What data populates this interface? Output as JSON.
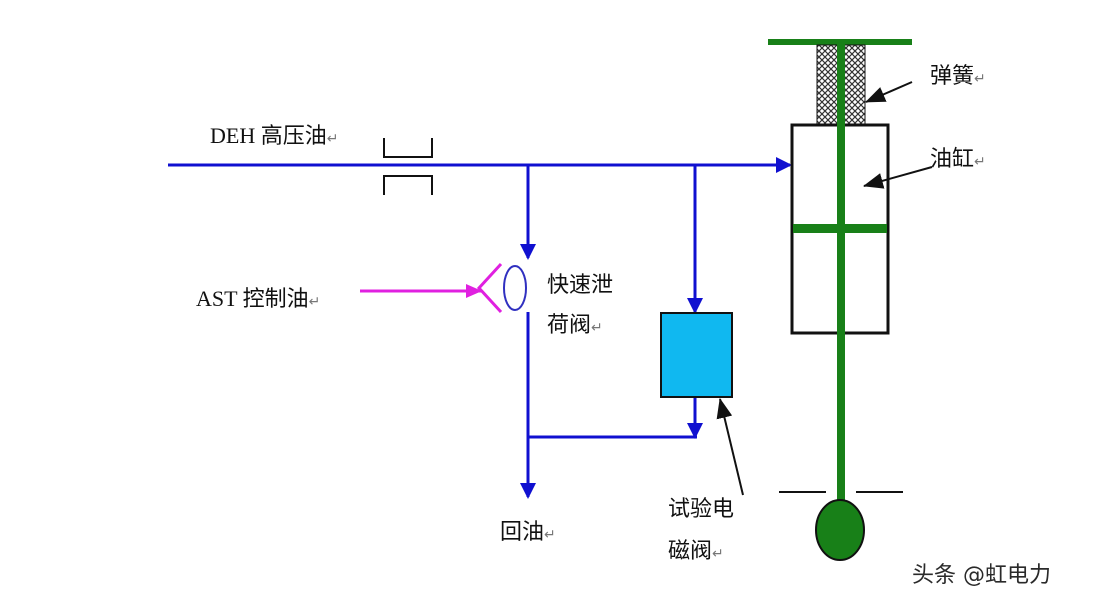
{
  "diagram": {
    "title": "DEH / AST hydraulic actuator schematic",
    "colors": {
      "hp_oil_line": "#1010d0",
      "ast_control_line": "#e020e0",
      "piston_rod": "#188018",
      "solenoid_fill": "#10b8f0",
      "outline": "#111111"
    },
    "labels": {
      "deh_hp_oil": "DEH 高压油",
      "ast_control_oil": "AST 控制油",
      "dump_valve_line1": "快速泄",
      "dump_valve_line2": "荷阀",
      "return_oil": "回油",
      "test_solenoid_line1": "试验电",
      "test_solenoid_line2": "磁阀",
      "spring": "弹簧",
      "oil_cylinder": "油缸",
      "return_mark": "↵"
    },
    "watermark": "头条 @虹电力"
  }
}
